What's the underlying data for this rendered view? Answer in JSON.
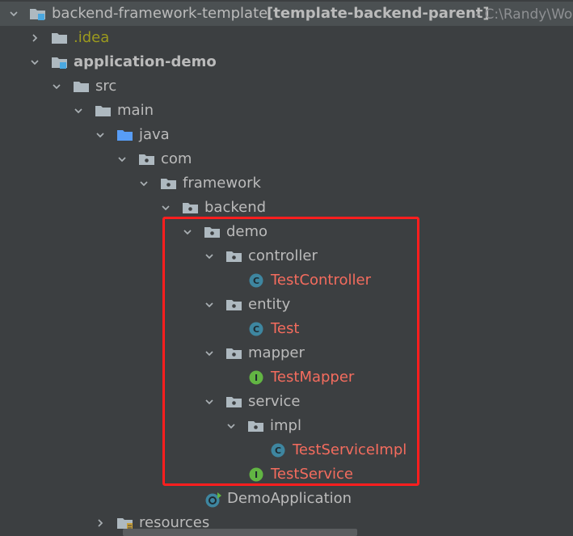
{
  "project": {
    "name": "backend-framework-template",
    "module_tag": "[template-backend-parent]",
    "path_suffix": "- C:\\Randy\\Wo"
  },
  "tree": {
    "idea": ".idea",
    "application_demo": "application-demo",
    "src": "src",
    "main": "main",
    "java": "java",
    "com": "com",
    "framework": "framework",
    "backend": "backend",
    "demo": "demo",
    "controller": "controller",
    "test_controller": "TestController",
    "entity": "entity",
    "test": "Test",
    "mapper": "mapper",
    "test_mapper": "TestMapper",
    "service": "service",
    "impl": "impl",
    "test_service_impl": "TestServiceImpl",
    "test_service": "TestService",
    "demo_application": "DemoApplication",
    "resources": "resources"
  },
  "icon_badges": {
    "class": "C",
    "interface": "I"
  },
  "colors": {
    "background": "#3c3f41",
    "text": "#bbbbbb",
    "modified_file": "#f46c5e",
    "excluded_folder": "#9c9a1e",
    "highlight_box": "#ff1e1e",
    "class_badge": "#3e86a0",
    "interface_badge": "#62b543",
    "folder": "#aeb9c0",
    "source_folder": "#589df6"
  },
  "icons": {
    "module": "module-folder-icon",
    "folder": "folder-icon",
    "source_root": "source-root-folder-icon",
    "package": "package-icon",
    "class": "class-c-icon",
    "interface": "interface-i-icon",
    "spring_boot_app": "spring-boot-application-icon",
    "resources": "resources-folder-icon",
    "expand": "chevron-down-icon",
    "collapse": "chevron-right-icon"
  }
}
